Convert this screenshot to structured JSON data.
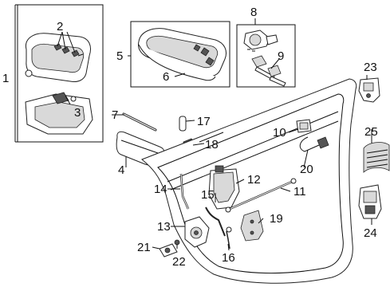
{
  "callouts": [
    "1",
    "2",
    "3",
    "4",
    "5",
    "6",
    "7",
    "8",
    "9",
    "10",
    "11",
    "12",
    "13",
    "14",
    "15",
    "16",
    "17",
    "18",
    "19",
    "20",
    "21",
    "22",
    "23",
    "24",
    "25"
  ]
}
